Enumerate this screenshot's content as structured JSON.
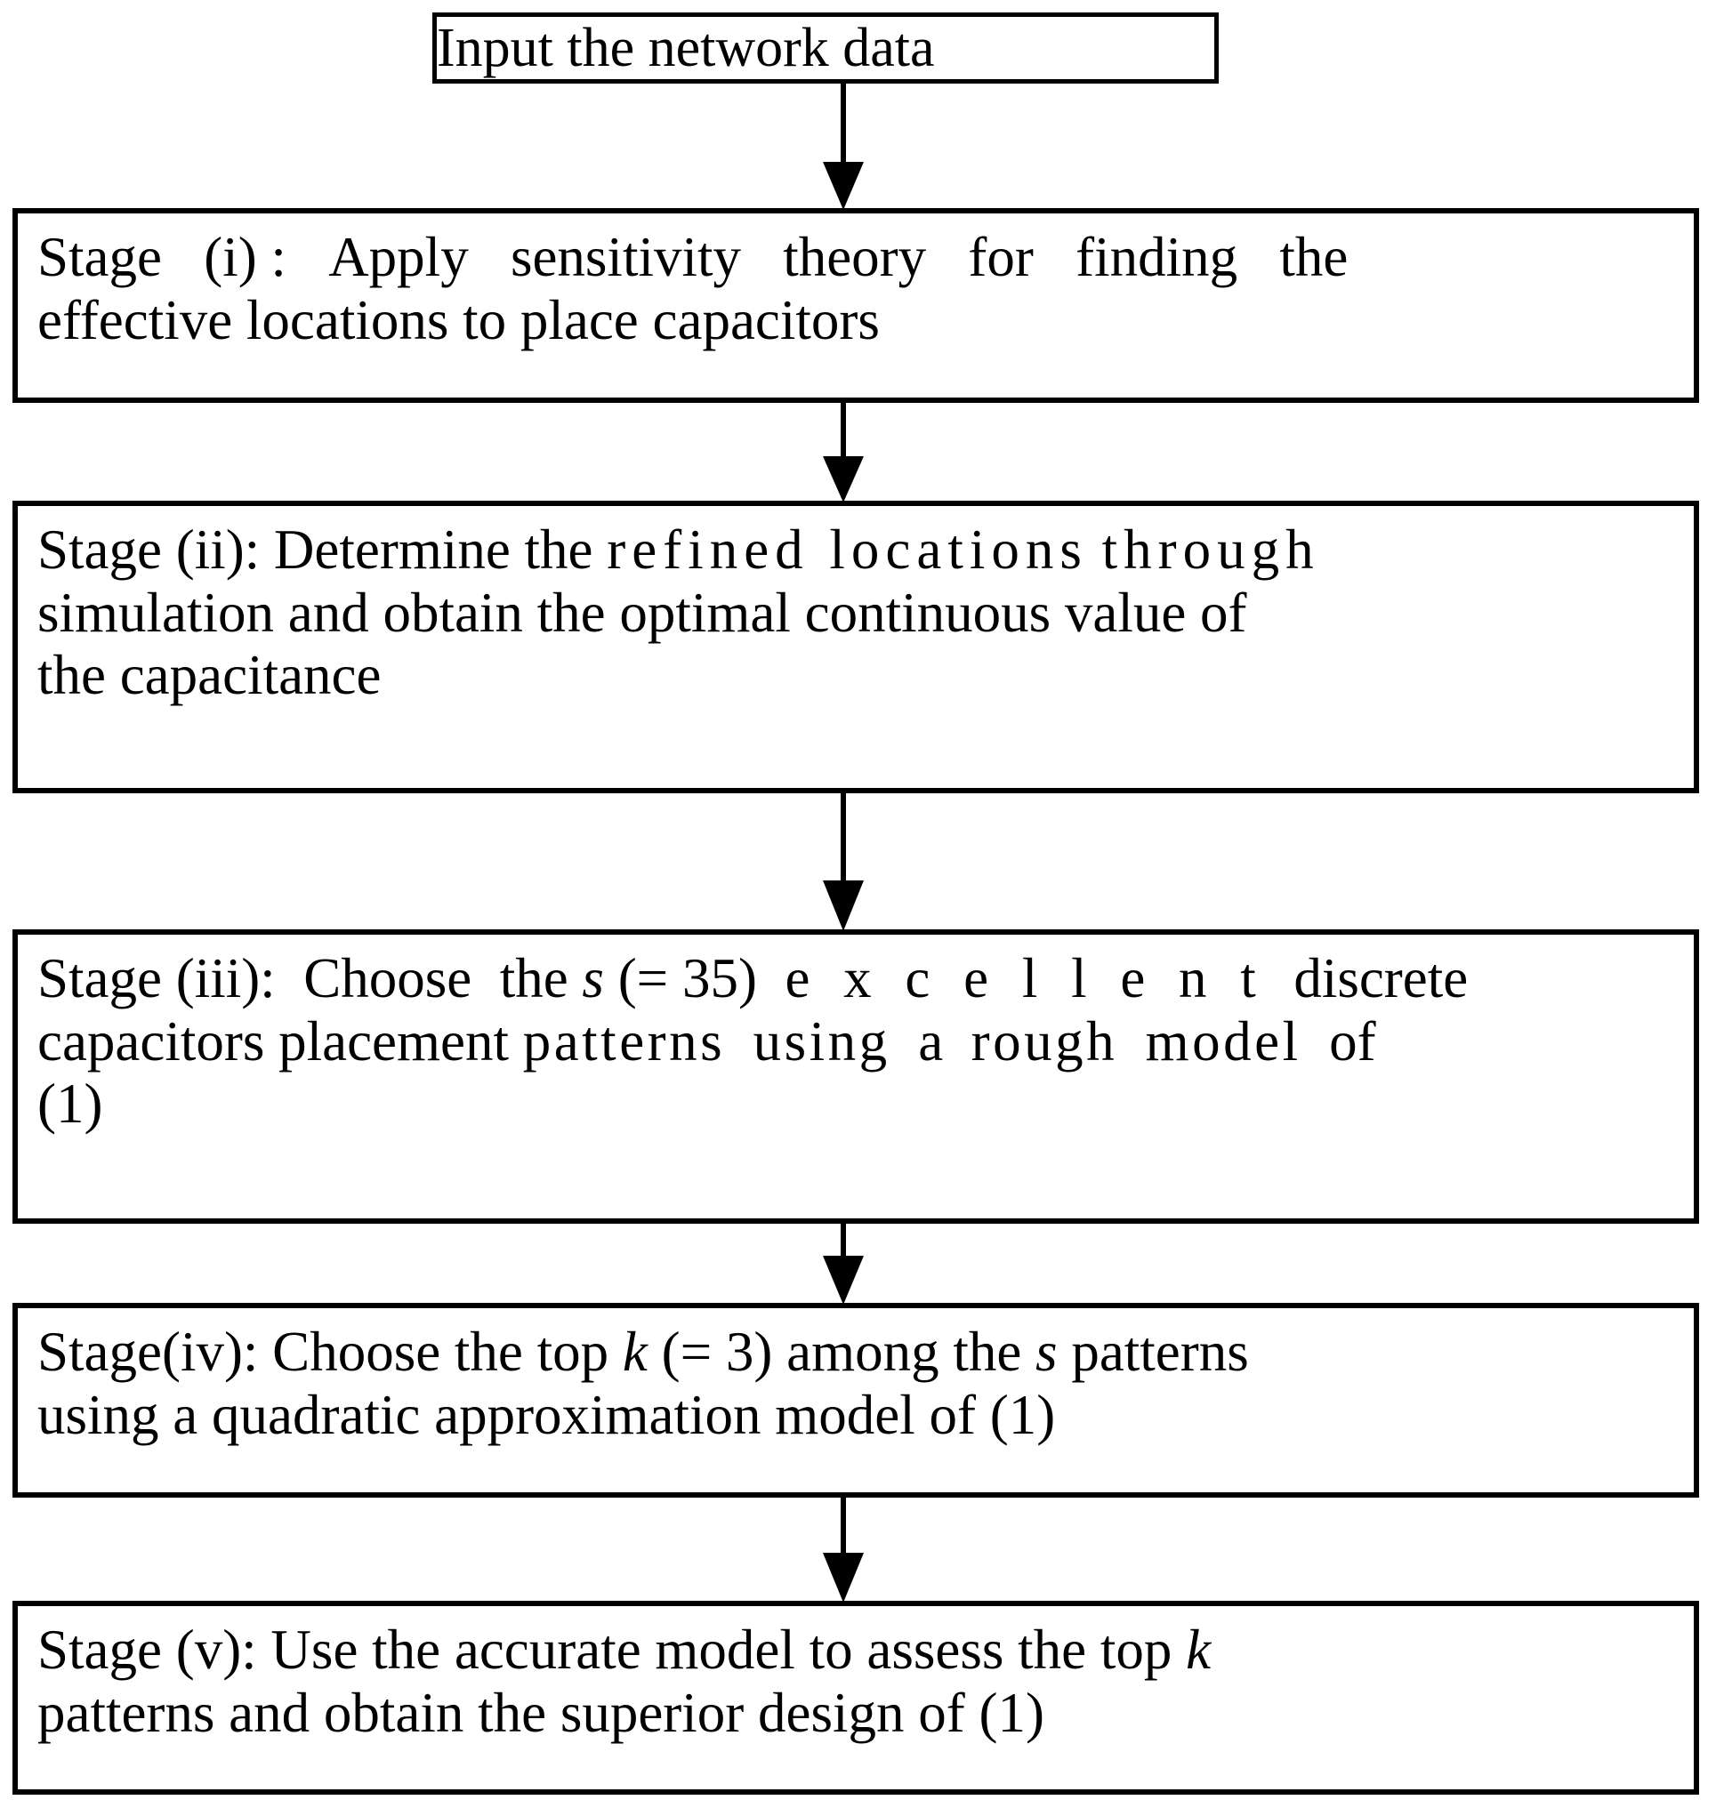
{
  "diagram": {
    "title": "Capacitor placement optimisation staged flowchart",
    "stroke_color": "#000000",
    "fill_color": "#ffffff",
    "node_count": 6,
    "arrow_count": 5
  },
  "nodes": {
    "start": {
      "id": "input-network-data",
      "text": "Input the network data"
    },
    "stage1": {
      "id": "stage-i",
      "label": "Stage (i) :",
      "line1_a": "Stage",
      "line1_b": "(i) :",
      "line1_c": "Apply",
      "line1_d": "sensitivity",
      "line1_e": "theory",
      "line1_f": "for",
      "line1_g": "finding",
      "line1_h": "the",
      "line2": "effective locations to place capacitors",
      "full_text": "Stage (i) : Apply sensitivity theory for finding the effective locations to place capacitors"
    },
    "stage2": {
      "id": "stage-ii",
      "label": "Stage (ii):",
      "line1_a": "Stage (ii): Determine the",
      "line1_b": "refined locations",
      "line1_c": "through",
      "line2": "simulation and obtain the optimal continuous value of",
      "line3": "the capacitance",
      "full_text": "Stage (ii): Determine the refined locations through simulation and obtain the optimal continuous value of the capacitance"
    },
    "stage3": {
      "id": "stage-iii",
      "label": "Stage (iii):",
      "line1_a": "Stage (iii):",
      "line1_b": "Choose",
      "line1_c": "the",
      "line1_var": "s",
      "line1_d": "(= 35)",
      "line1_e": "e x c e l l e n t",
      "line1_f": "discrete",
      "line2_a": "capacitors placement",
      "line2_b": "patterns",
      "line2_c": "using",
      "line2_d": "a",
      "line2_e": "rough",
      "line2_f": "model",
      "line2_g": "of",
      "line3": "(1)",
      "full_text": "Stage (iii): Choose the s (= 35) excellent discrete capacitors placement patterns using a rough model of (1)"
    },
    "stage4": {
      "id": "stage-iv",
      "label": "Stage(iv):",
      "line1_a": "Stage(iv): Choose the top",
      "line1_var1": "k",
      "line1_b": "(= 3) among the",
      "line1_var2": "s",
      "line1_c": "patterns",
      "line2": "using a quadratic approximation model of (1)",
      "full_text": "Stage(iv): Choose the top k (= 3) among the s patterns using a quadratic approximation model of (1)"
    },
    "stage5": {
      "id": "stage-v",
      "label": "Stage (v):",
      "line1_a": "Stage (v): Use the accurate model to assess the top",
      "line1_var": "k",
      "line2": "patterns and obtain the superior design of (1)",
      "full_text": "Stage (v): Use the accurate model to assess the top k patterns and obtain the superior design of (1)"
    }
  },
  "edges": [
    {
      "id": "edge-start-to-stage1",
      "from": "input-network-data",
      "to": "stage-i",
      "style": "solid-down-arrow"
    },
    {
      "id": "edge-stage1-to-stage2",
      "from": "stage-i",
      "to": "stage-ii",
      "style": "solid-down-arrow"
    },
    {
      "id": "edge-stage2-to-stage3",
      "from": "stage-ii",
      "to": "stage-iii",
      "style": "solid-down-arrow"
    },
    {
      "id": "edge-stage3-to-stage4",
      "from": "stage-iii",
      "to": "stage-iv",
      "style": "solid-down-arrow"
    },
    {
      "id": "edge-stage4-to-stage5",
      "from": "stage-iv",
      "to": "stage-v",
      "style": "solid-down-arrow"
    }
  ]
}
